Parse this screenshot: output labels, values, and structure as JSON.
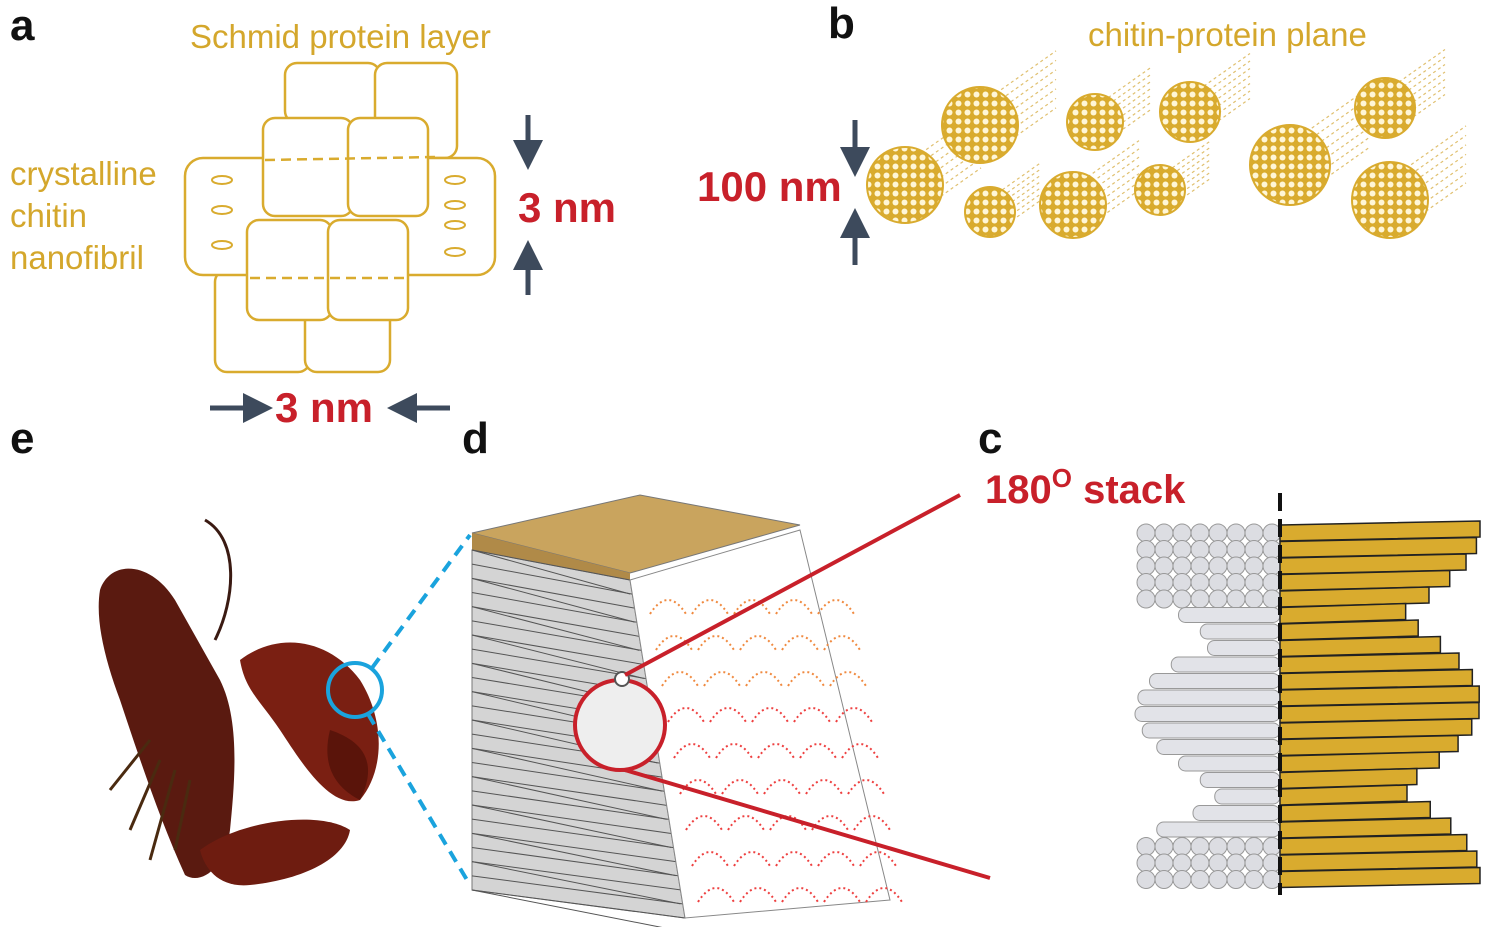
{
  "panels": {
    "a": {
      "letter": "a",
      "title": "Schmid protein layer",
      "side_label": [
        "crystalline",
        "chitin",
        "nanofibril"
      ],
      "dim_vertical": "3 nm",
      "dim_horizontal": "3 nm"
    },
    "b": {
      "letter": "b",
      "title": "chitin-protein plane",
      "dim": "100 nm"
    },
    "c": {
      "letter": "c",
      "title": "180",
      "title_sup": "O",
      "title_suffix": " stack"
    },
    "d": {
      "letter": "d"
    },
    "e": {
      "letter": "e"
    }
  },
  "colors": {
    "gold": "#d4a72c",
    "red": "#c8202a",
    "arrow": "#3d4a5c",
    "blue": "#1aa3dd",
    "plate": "#d9ab2e",
    "rod": "#d4d6dc"
  }
}
